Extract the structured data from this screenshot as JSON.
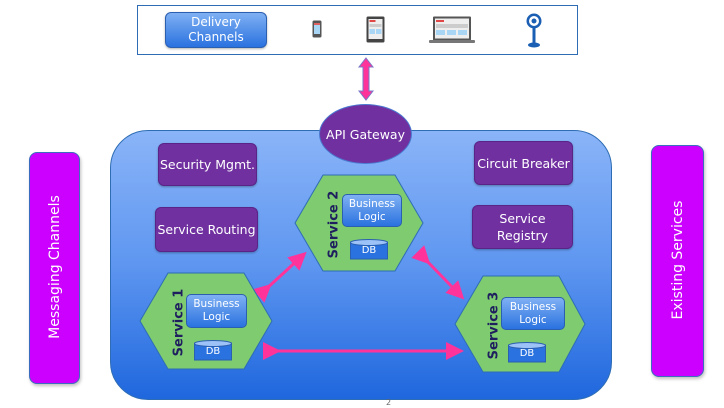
{
  "delivery": {
    "label": "Delivery Channels",
    "devices": [
      "mobile-phone-icon",
      "tablet-icon",
      "laptop-icon",
      "iot-sensor-icon"
    ]
  },
  "gateway": {
    "label": "API Gateway"
  },
  "platform": {
    "boxes": {
      "security": "Security Mgmt.",
      "routing": "Service Routing",
      "circuit": "Circuit Breaker",
      "registry": "Service Registry"
    },
    "services": [
      {
        "name": "Service 1",
        "logic": "Business Logic",
        "db": "DB"
      },
      {
        "name": "Service 2",
        "logic": "Business Logic",
        "db": "DB"
      },
      {
        "name": "Service 3",
        "logic": "Business Logic",
        "db": "DB"
      }
    ]
  },
  "sides": {
    "left": "Messaging Channels",
    "right": "Existing Services"
  },
  "footer": {
    "page": "2"
  },
  "colors": {
    "accent_purple": "#7030a0",
    "side_magenta": "#cc00ff",
    "hex_green": "#7ecb70",
    "arrow_pink": "#ff3399",
    "platform_blue": "#1f67de"
  }
}
